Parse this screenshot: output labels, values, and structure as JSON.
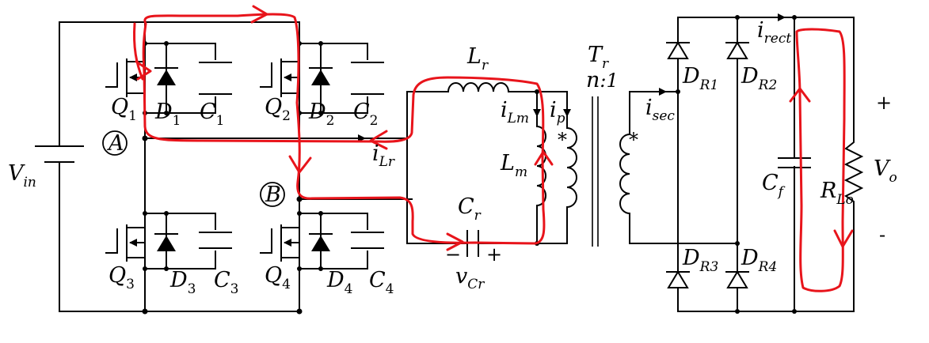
{
  "labels": {
    "vin": "V",
    "vin_sub": "in",
    "node_a": "A",
    "node_b": "B",
    "q1": "Q",
    "q1_sub": "1",
    "q2": "Q",
    "q2_sub": "2",
    "q3": "Q",
    "q3_sub": "3",
    "q4": "Q",
    "q4_sub": "4",
    "d1": "D",
    "d1_sub": "1",
    "d2": "D",
    "d2_sub": "2",
    "d3": "D",
    "d3_sub": "3",
    "d4": "D",
    "d4_sub": "4",
    "c1": "C",
    "c1_sub": "1",
    "c2": "C",
    "c2_sub": "2",
    "c3": "C",
    "c3_sub": "3",
    "c4": "C",
    "c4_sub": "4",
    "lr": "L",
    "lr_sub": "r",
    "ilr": "i",
    "ilr_sub": "Lr",
    "ilm": "i",
    "ilm_sub": "Lm",
    "ip": "i",
    "ip_sub": "p",
    "lm": "L",
    "lm_sub": "m",
    "cr": "C",
    "cr_sub": "r",
    "vcr": "v",
    "vcr_sub": "Cr",
    "cr_minus": "−",
    "cr_plus": "+",
    "tr": "T",
    "tr_sub": "r",
    "ratio_n": "n",
    "ratio_rest": ":1",
    "dot_primary": "*",
    "dot_secondary": "*",
    "isec": "i",
    "isec_sub": "sec",
    "dr1": "D",
    "dr1_sub": "R1",
    "dr2": "D",
    "dr2_sub": "R2",
    "dr3": "D",
    "dr3_sub": "R3",
    "dr4": "D",
    "dr4_sub": "R4",
    "irect": "i",
    "irect_sub": "rect",
    "cf": "C",
    "cf_sub": "f",
    "rl": "R",
    "rl_sub": "Lo",
    "vo": "V",
    "vo_sub": "o",
    "out_plus": "+",
    "out_minus": "-"
  },
  "colors": {
    "wire": "#000000",
    "annotation": "#e8141b"
  }
}
